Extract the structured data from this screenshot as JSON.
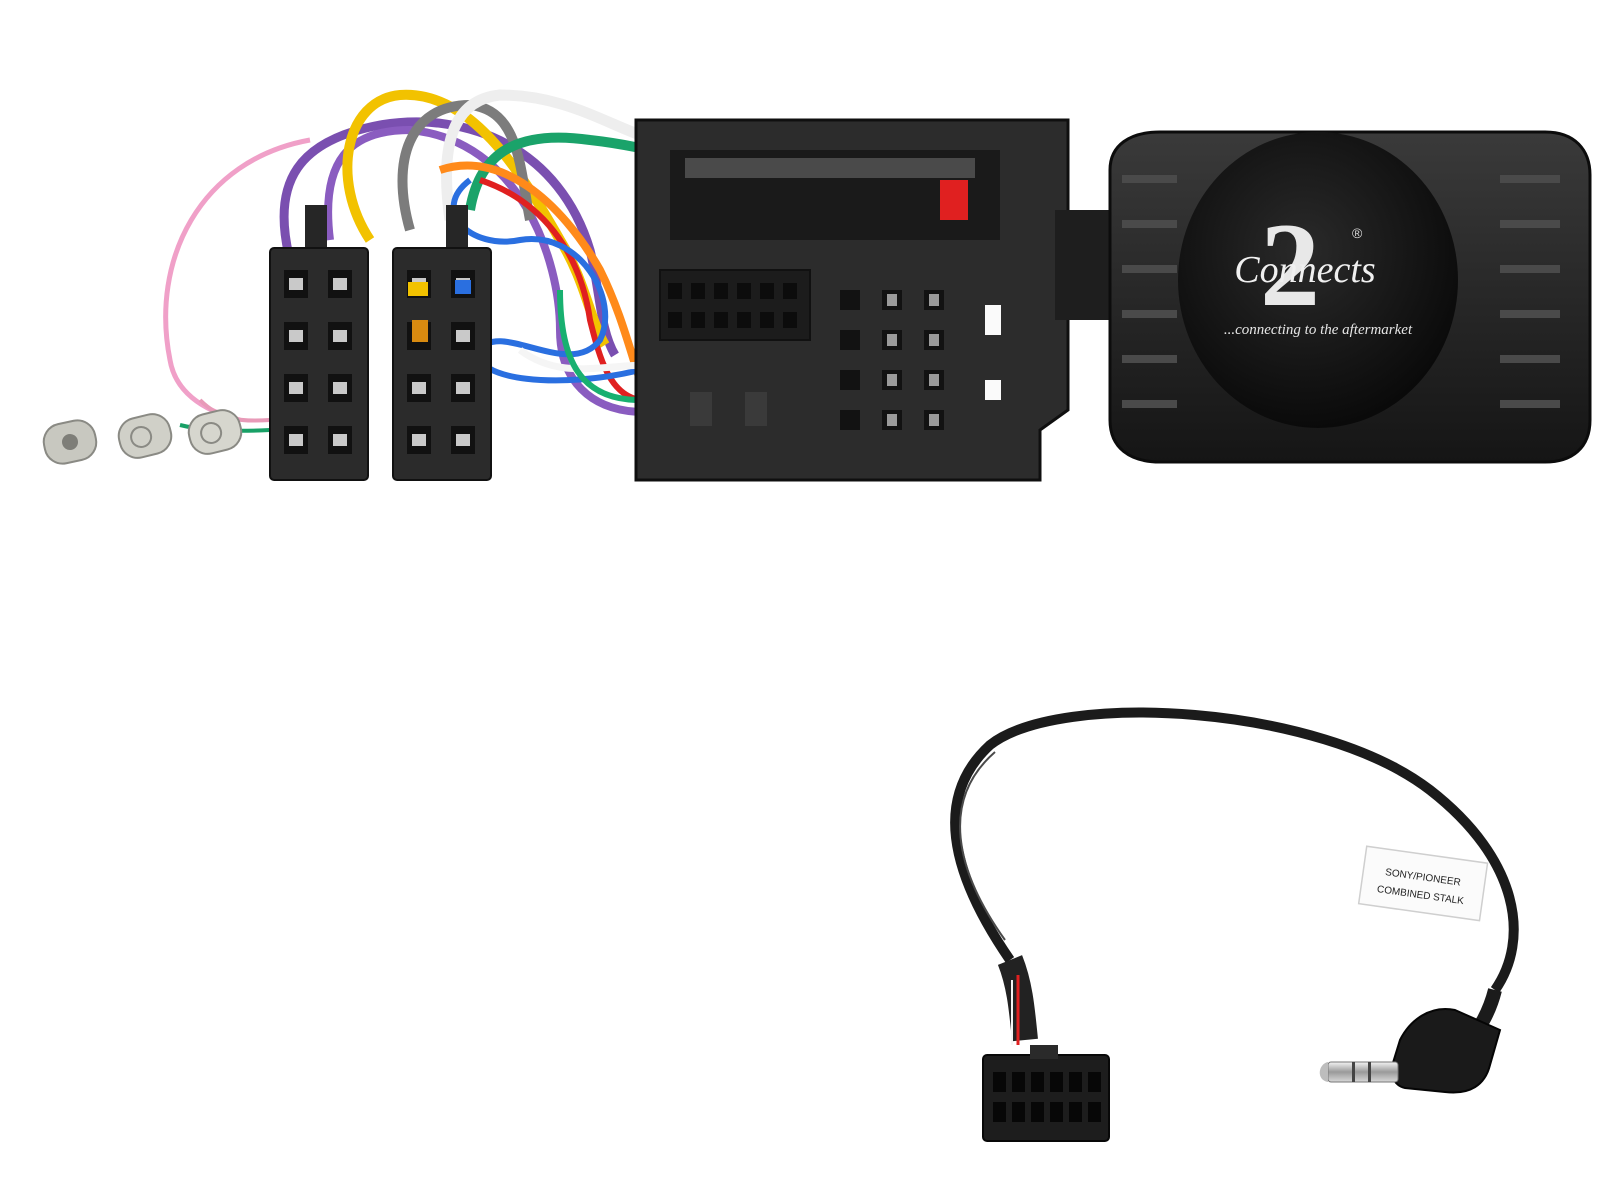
{
  "brand": {
    "logo_word": "Connects",
    "logo_numeral": "2",
    "registered_mark": "®",
    "tagline": "...connecting to the aftermarket"
  },
  "cable_tag": {
    "line1": "SONY/PIONEER",
    "line2": "COMBINED STALK"
  },
  "wire_colors": {
    "yellow": "#f2c200",
    "pink": "#f0a0c8",
    "purple": "#7a4fb0",
    "green": "#1aa36a",
    "blue": "#2a6fe0",
    "orange": "#ff8a1a",
    "white": "#f2f2f2",
    "grey": "#8a8a8a",
    "red": "#e02020",
    "black": "#262626"
  },
  "colors": {
    "housing": "#2b2b2b",
    "housing_dark": "#161616",
    "background": "#ffffff"
  }
}
